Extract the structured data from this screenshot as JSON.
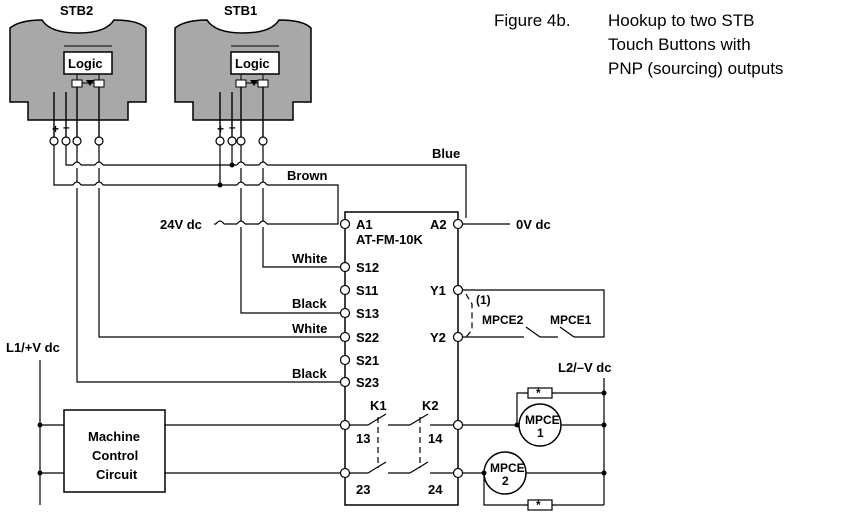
{
  "figure": {
    "number": "Figure 4b.",
    "title_lines": [
      "Hookup to two STB",
      "Touch Buttons with",
      "PNP (sourcing) outputs"
    ]
  },
  "stb_units": [
    {
      "label": "STB2",
      "logic_label": "Logic",
      "plus": "+",
      "minus": "–"
    },
    {
      "label": "STB1",
      "logic_label": "Logic",
      "plus": "+",
      "minus": "–"
    }
  ],
  "wire_labels": {
    "blue": "Blue",
    "brown": "Brown",
    "white_1": "White",
    "black_1": "Black",
    "white_2": "White",
    "black_2": "Black"
  },
  "supply": {
    "dc_24v": "24V dc",
    "dc_0v": "0V dc",
    "l1": "L1/+V dc",
    "l2": "L2/–V dc"
  },
  "module": {
    "name": "AT-FM-10K",
    "terminals_left": [
      "A1",
      "S12",
      "S11",
      "S13",
      "S22",
      "S21",
      "S23"
    ],
    "terminals_right": [
      "A2",
      "Y1",
      "Y2"
    ],
    "contacts": [
      "K1",
      "K2"
    ],
    "bottom_terminals": [
      "13",
      "14",
      "23",
      "24"
    ]
  },
  "outputs": {
    "note": "(1)",
    "mpce2": "MPCE2",
    "mpce1": "MPCE1",
    "coil1_line1": "MPCE",
    "coil1_line2": "1",
    "coil2_line1": "MPCE",
    "coil2_line2": "2",
    "suppressor": "*"
  },
  "machine_control": {
    "lines": [
      "Machine",
      "Control",
      "Circuit"
    ]
  }
}
